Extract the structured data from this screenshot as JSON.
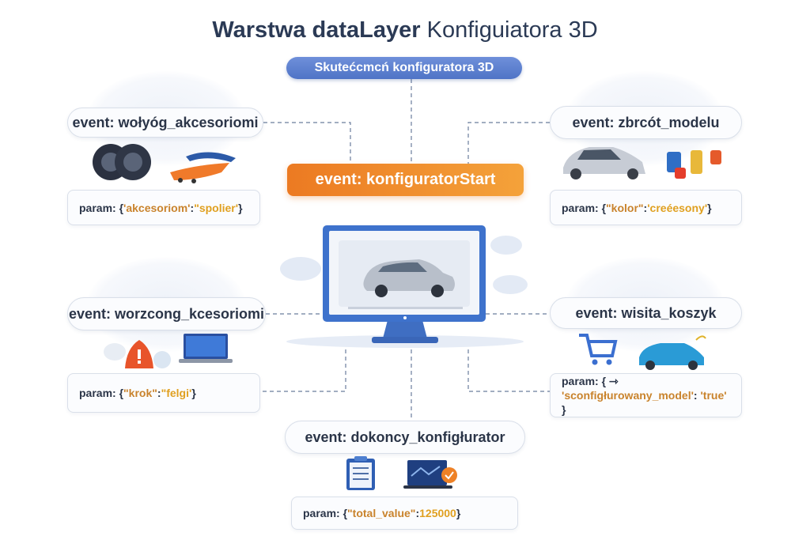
{
  "title": {
    "bold": "Warstwa dataLayer",
    "light": "Konfiguiatora 3D"
  },
  "subtitle": "Skutećcmcń konfiguratora 3D",
  "center_event": "event: konfiguratorStart",
  "nodes": {
    "top_left": {
      "event": "event: wołyóg_akcesoriomi",
      "param_prefix": "param: { ",
      "key": "'akcesoriom'",
      "sep": ": ",
      "value": "\"spolier'",
      "suffix": " }",
      "icons": [
        "wheels-icon",
        "spoiler-icon"
      ]
    },
    "top_right": {
      "event": "event: zbrcót_modelu",
      "param_prefix": "param: { ",
      "key": "\"kolor\"",
      "sep": ": ",
      "value": "'creéesony'",
      "suffix": " }",
      "icons": [
        "car-icon",
        "paint-cans-icon"
      ]
    },
    "mid_left": {
      "event": "event: worzcong_kcesoriomi",
      "param_prefix": "param: { ",
      "key": "\"krok\"",
      "sep": ": ",
      "value": "\"felgi'",
      "suffix": " }",
      "icons": [
        "alert-bag-icon",
        "laptop-icon"
      ]
    },
    "mid_right": {
      "event": "event: wisita_koszyk",
      "param_prefix": "param: { ⇾",
      "key": "'sconfigłurowany_model'",
      "sep": ": ",
      "value": "'true'",
      "suffix": " }",
      "icons": [
        "cart-icon",
        "blue-car-icon"
      ]
    },
    "bottom": {
      "event": "event: dokoncy_konfigłurator",
      "param_prefix": "param: { ",
      "key": "\"total_value\"",
      "sep": ": ",
      "value": "125000",
      "suffix": " }",
      "icons": [
        "clipboard-icon",
        "laptop-check-icon"
      ]
    }
  },
  "colors": {
    "accent_blue": "#5b7fcf",
    "accent_orange": "#ee8126",
    "text": "#2b3548",
    "key": "#c9832c"
  }
}
